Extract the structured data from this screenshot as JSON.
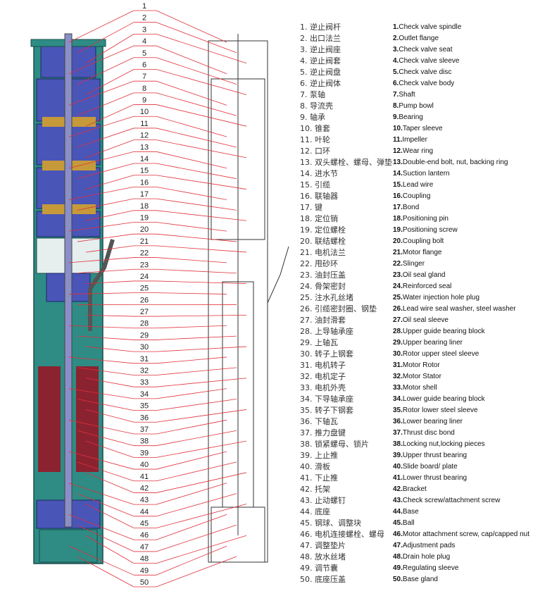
{
  "legend": [
    {
      "n": "1",
      "zh": "逆止阀杆",
      "en": "Check valve spindle"
    },
    {
      "n": "2",
      "zh": "出口法兰",
      "en": "Outlet flange"
    },
    {
      "n": "3",
      "zh": "逆止阀座",
      "en": "Check valve seat"
    },
    {
      "n": "4",
      "zh": "逆止阀套",
      "en": "Check valve sleeve"
    },
    {
      "n": "5",
      "zh": "逆止阀盘",
      "en": "Check valve disc"
    },
    {
      "n": "6",
      "zh": "逆止阀体",
      "en": "Check valve body"
    },
    {
      "n": "7",
      "zh": "泵轴",
      "en": "Shaft"
    },
    {
      "n": "8",
      "zh": "导流壳",
      "en": "Pump bowl"
    },
    {
      "n": "9",
      "zh": "轴承",
      "en": "Bearing"
    },
    {
      "n": "10",
      "zh": "锥套",
      "en": "Taper sleeve"
    },
    {
      "n": "11",
      "zh": "叶轮",
      "en": "Impeller"
    },
    {
      "n": "12",
      "zh": "口环",
      "en": "Wear ring"
    },
    {
      "n": "13",
      "zh": "双头螺栓、螺母、弹垫",
      "en": "Double-end bolt, nut, backing ring"
    },
    {
      "n": "14",
      "zh": "进水节",
      "en": "Suction lantern"
    },
    {
      "n": "15",
      "zh": "引缆",
      "en": "Lead wire"
    },
    {
      "n": "16",
      "zh": "联轴器",
      "en": "Coupling"
    },
    {
      "n": "17",
      "zh": "键",
      "en": "Bond"
    },
    {
      "n": "18",
      "zh": "定位销",
      "en": "Positioning pin"
    },
    {
      "n": "19",
      "zh": "定位螺栓",
      "en": "Positioning screw"
    },
    {
      "n": "20",
      "zh": "联结螺栓",
      "en": "Coupling bolt"
    },
    {
      "n": "21",
      "zh": "电机法兰",
      "en": "Motor flange"
    },
    {
      "n": "22",
      "zh": "甩砂环",
      "en": "Slinger"
    },
    {
      "n": "23",
      "zh": "油封压盖",
      "en": "Oil seal gland"
    },
    {
      "n": "24",
      "zh": "骨架密封",
      "en": "Reinforced seal"
    },
    {
      "n": "25",
      "zh": "注水孔丝堵",
      "en": "Water injection hole plug"
    },
    {
      "n": "26",
      "zh": "引缆密封圈、钢垫",
      "en": "Lead wire seal washer, steel washer"
    },
    {
      "n": "27",
      "zh": "油封滑套",
      "en": "Oil seal sleeve"
    },
    {
      "n": "28",
      "zh": "上导轴承座",
      "en": "Upper guide bearing block"
    },
    {
      "n": "29",
      "zh": "上轴瓦",
      "en": "Upper bearing liner"
    },
    {
      "n": "30",
      "zh": "转子上钢套",
      "en": "Rotor upper steel sleeve"
    },
    {
      "n": "31",
      "zh": "电机转子",
      "en": "Motor Rotor"
    },
    {
      "n": "32",
      "zh": "电机定子",
      "en": "Motor Stator"
    },
    {
      "n": "33",
      "zh": "电机外壳",
      "en": "Motor shell"
    },
    {
      "n": "34",
      "zh": "下导轴承座",
      "en": "Lower guide bearing block"
    },
    {
      "n": "35",
      "zh": "转子下钢套",
      "en": "Rotor lower steel sleeve"
    },
    {
      "n": "36",
      "zh": "下轴瓦",
      "en": "Lower bearing liner"
    },
    {
      "n": "37",
      "zh": "推力盘键",
      "en": "Thrust disc bond"
    },
    {
      "n": "38",
      "zh": "锁紧螺母、锁片",
      "en": "Locking nut,locking pieces"
    },
    {
      "n": "39",
      "zh": "上止推",
      "en": "Upper thrust bearing"
    },
    {
      "n": "40",
      "zh": "滑板",
      "en": "Slide board/ plate"
    },
    {
      "n": "41",
      "zh": "下止推",
      "en": "Lower thrust bearing"
    },
    {
      "n": "42",
      "zh": "托架",
      "en": "Bracket"
    },
    {
      "n": "43",
      "zh": "止动螺钉",
      "en": "Check screw/attachment screw"
    },
    {
      "n": "44",
      "zh": "底座",
      "en": "Base"
    },
    {
      "n": "45",
      "zh": "钢球、调整块",
      "en": "Ball"
    },
    {
      "n": "46",
      "zh": "电机连接螺栓、螺母",
      "en": "Motor attachment screw, cap/capped nut"
    },
    {
      "n": "47",
      "zh": "调整垫片",
      "en": "Adjustment pads"
    },
    {
      "n": "48",
      "zh": "放水丝堵",
      "en": "Drain hole plug"
    },
    {
      "n": "49",
      "zh": "调节囊",
      "en": "Regulating sleeve"
    },
    {
      "n": "50",
      "zh": "底座压盖",
      "en": "Base gland"
    }
  ],
  "callouts": [
    "1",
    "2",
    "3",
    "4",
    "5",
    "6",
    "7",
    "8",
    "9",
    "10",
    "11",
    "12",
    "13",
    "14",
    "15",
    "16",
    "17",
    "18",
    "19",
    "20",
    "21",
    "22",
    "23",
    "24",
    "25",
    "26",
    "27",
    "28",
    "29",
    "30",
    "31",
    "32",
    "33",
    "34",
    "35",
    "36",
    "37",
    "38",
    "39",
    "40",
    "41",
    "42",
    "43",
    "44",
    "45",
    "46",
    "47",
    "48",
    "49",
    "50"
  ],
  "colors": {
    "casing": "#2e8c85",
    "bowl": "#4a55b8",
    "impeller": "#c69a3a",
    "stator": "#8b2230",
    "shaft": "#8a8fc8",
    "leader": "#e0303a",
    "outline": "#333333"
  }
}
